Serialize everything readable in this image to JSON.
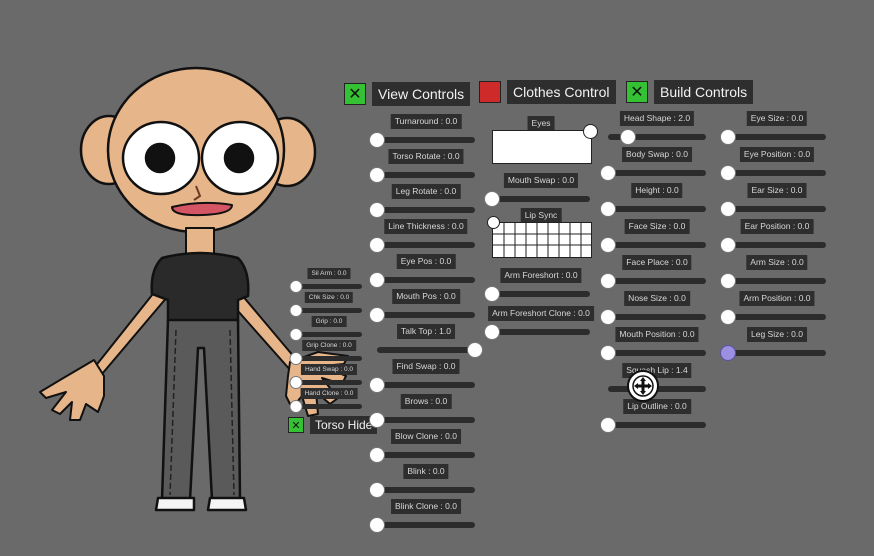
{
  "toggles": {
    "view_controls": {
      "label": "View Controls",
      "checked": true,
      "mark": "✕"
    },
    "clothes_control": {
      "label": "Clothes Control",
      "checked": false
    },
    "build_controls": {
      "label": "Build Controls",
      "checked": true,
      "mark": "✕"
    },
    "torso_hide": {
      "label": "Torso Hide",
      "checked": true,
      "mark": "✕"
    }
  },
  "view_sliders": [
    {
      "label": "Turnaround : 0.0",
      "value": 0
    },
    {
      "label": "Torso Rotate : 0.0",
      "value": 0
    },
    {
      "label": "Leg Rotate : 0.0",
      "value": 0
    },
    {
      "label": "Line Thickness : 0.0",
      "value": 0
    },
    {
      "label": "Eye Pos : 0.0",
      "value": 0
    },
    {
      "label": "Mouth Pos : 0.0",
      "value": 0
    },
    {
      "label": "Talk Top : 1.0",
      "value": 1
    },
    {
      "label": "Find Swap : 0.0",
      "value": 0
    },
    {
      "label": "Brows : 0.0",
      "value": 0
    },
    {
      "label": "Blow Clone : 0.0",
      "value": 0
    },
    {
      "label": "Blink : 0.0",
      "value": 0
    },
    {
      "label": "Blink Clone : 0.0",
      "value": 0
    }
  ],
  "face_controls": {
    "eyes_label": "Eyes",
    "mouth_swap": {
      "label": "Mouth Swap : 0.0",
      "value": 0
    },
    "lip_sync_label": "Lip Sync",
    "arm_foreshort": {
      "label": "Arm Foreshort : 0.0",
      "value": 0
    },
    "arm_foreshort_clone": {
      "label": "Arm Foreshort Clone : 0.0",
      "value": 0
    }
  },
  "build_sliders_1": [
    {
      "label": "Head Shape : 2.0",
      "value": 0.2
    },
    {
      "label": "Body Swap : 0.0",
      "value": 0
    },
    {
      "label": "Height : 0.0",
      "value": 0
    },
    {
      "label": "Face Size : 0.0",
      "value": 0
    },
    {
      "label": "Face Place : 0.0",
      "value": 0
    },
    {
      "label": "Nose Size : 0.0",
      "value": 0
    },
    {
      "label": "Mouth Position : 0.0",
      "value": 0
    },
    {
      "label": "Squash Lip : 1.4",
      "value": 0.4
    },
    {
      "label": "Lip Outline : 0.0",
      "value": 0
    }
  ],
  "build_sliders_2": [
    {
      "label": "Eye Size : 0.0",
      "value": 0
    },
    {
      "label": "Eye Position : 0.0",
      "value": 0
    },
    {
      "label": "Ear Size : 0.0",
      "value": 0
    },
    {
      "label": "Ear Position : 0.0",
      "value": 0
    },
    {
      "label": "Arm Size : 0.0",
      "value": 0
    },
    {
      "label": "Arm Position : 0.0",
      "value": 0
    },
    {
      "label": "Leg Size : 0.0",
      "value": 0
    }
  ],
  "mini_sliders": [
    {
      "label": "Sil Arm : 0.0",
      "value": 0
    },
    {
      "label": "Chk Size : 0.0",
      "value": 0
    },
    {
      "label": "Grip : 0.0",
      "value": 0
    },
    {
      "label": "Grip Clone : 0.0",
      "value": 0
    },
    {
      "label": "Hand Swap : 0.0",
      "value": 0
    },
    {
      "label": "Hand Clone : 0.0",
      "value": 0
    }
  ],
  "colors": {
    "background": "#6a6a6a",
    "skin": "#e7b58a",
    "checked": "#34c234",
    "unchecked": "#cf2a2a",
    "label_bg": "#2e2e2e",
    "accent_knob": "#9b8fe0"
  }
}
